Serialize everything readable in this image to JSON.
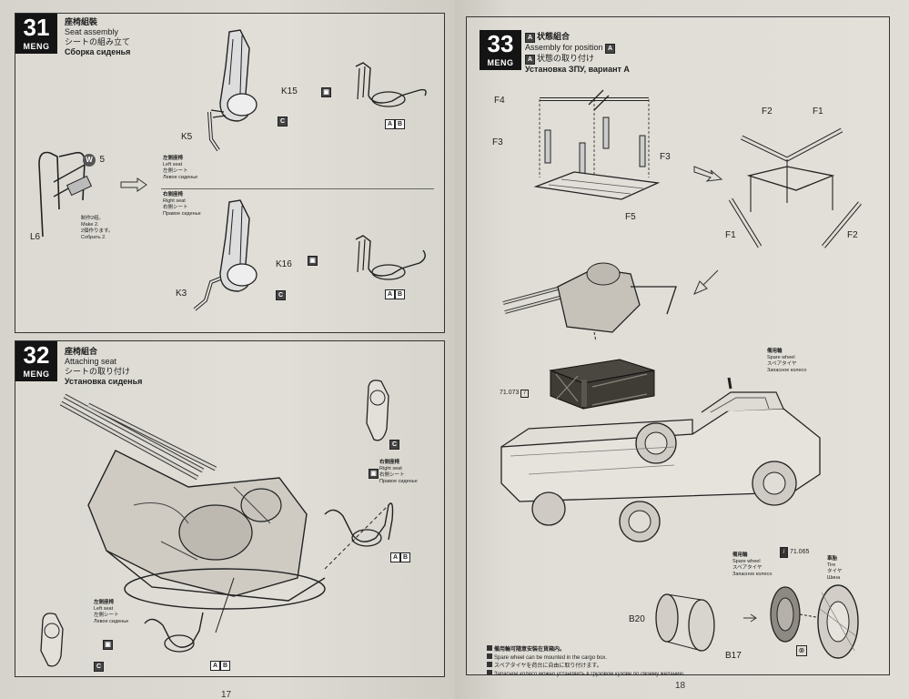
{
  "left_page": {
    "page_number": "17",
    "step31": {
      "number": "31",
      "brand": "MENG",
      "title_cn": "座椅組裝",
      "title_en": "Seat assembly",
      "title_jp": "シートの組み立て",
      "title_ru": "Сборка сиденья",
      "parts": {
        "k15": "K15",
        "k5": "K5",
        "k16": "K16",
        "k3": "K3",
        "l6": "L6",
        "w5": "5",
        "w_letter": "W"
      },
      "make_note": [
        "制作2组。",
        "Make 2.",
        "2個作ります。",
        "Собрать 2."
      ],
      "left_seat": [
        "左侧座椅",
        "Left seat",
        "左側シート",
        "Левое сиденье"
      ],
      "right_seat": [
        "右侧座椅",
        "Right seat",
        "右側シート",
        "Правое сиденье"
      ],
      "color_c": "C",
      "variant_a": "A",
      "variant_b": "B"
    },
    "step32": {
      "number": "32",
      "brand": "MENG",
      "title_cn": "座椅組合",
      "title_en": "Attaching seat",
      "title_jp": "シートの取り付け",
      "title_ru": "Установка сиденья",
      "right_seat": [
        "右侧座椅",
        "Right seat",
        "右側シート",
        "Правое сиденье"
      ],
      "left_seat": [
        "左侧座椅",
        "Left seat",
        "左側シート",
        "Левое сиденье"
      ],
      "color_c": "C",
      "variant_a": "A",
      "variant_b": "B"
    }
  },
  "right_page": {
    "page_number": "18",
    "step33": {
      "number": "33",
      "brand": "MENG",
      "variant_tag": "A",
      "title_cn": "状態組合",
      "title_en": "Assembly for position",
      "title_jp": "状態の取り付け",
      "title_ru": "Установка ЗПУ, вариант А",
      "parts": {
        "f4": "F4",
        "f3a": "F3",
        "f3b": "F3",
        "f5": "F5",
        "f2a": "F2",
        "f1a": "F1",
        "f1b": "F1",
        "f2b": "F2",
        "b20": "B20",
        "b17": "B17"
      },
      "paint_ref_1": "71.073",
      "paint_ref_2": "71.065",
      "spare_wheel_label": [
        "備用輪",
        "Spare wheel",
        "スペアタイヤ",
        "Запасное колесо"
      ],
      "spare_wheel_label_2": [
        "備用輪",
        "Spare wheel",
        "スペアタイヤ",
        "Запасное колесо"
      ],
      "tire_label": [
        "車胎",
        "Tire",
        "タイヤ",
        "Шина"
      ],
      "notes": [
        "備用輪可隨意安裝在貨箱内。",
        "Spare wheel can be mounted in the cargo box.",
        "スペアタイヤを荷台に自由に取り付けます。",
        "Запасное колесо можно установить в грузовом кузове по своему желанию."
      ]
    }
  }
}
